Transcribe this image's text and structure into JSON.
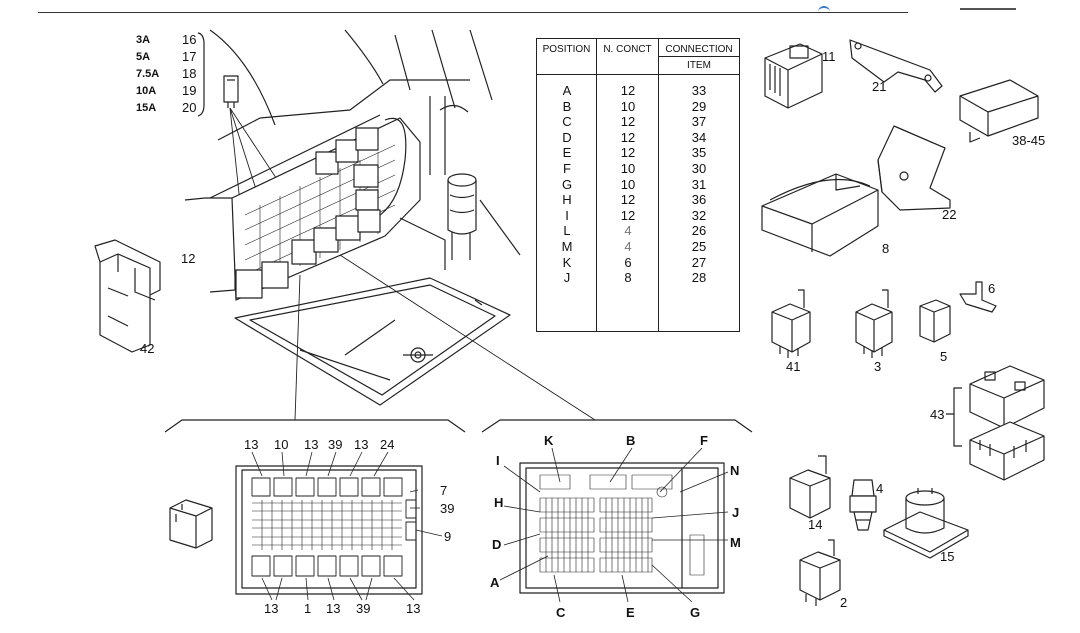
{
  "fuse_legend": [
    {
      "rating": "3A",
      "item": "16"
    },
    {
      "rating": "5A",
      "item": "17"
    },
    {
      "rating": "7.5A",
      "item": "18"
    },
    {
      "rating": "10A",
      "item": "19"
    },
    {
      "rating": "15A",
      "item": "20"
    }
  ],
  "table": {
    "headers": {
      "position": "POSITION",
      "n_conct": "N. CONCT",
      "connection": "CONNECTION",
      "item": "ITEM"
    },
    "rows": [
      {
        "position": "A",
        "n_conct": "12",
        "item": "33"
      },
      {
        "position": "B",
        "n_conct": "10",
        "item": "29"
      },
      {
        "position": "C",
        "n_conct": "12",
        "item": "37"
      },
      {
        "position": "D",
        "n_conct": "12",
        "item": "34"
      },
      {
        "position": "E",
        "n_conct": "12",
        "item": "35"
      },
      {
        "position": "F",
        "n_conct": "10",
        "item": "30"
      },
      {
        "position": "G",
        "n_conct": "10",
        "item": "31"
      },
      {
        "position": "H",
        "n_conct": "12",
        "item": "36"
      },
      {
        "position": "I",
        "n_conct": "12",
        "item": "32"
      },
      {
        "position": "L",
        "n_conct": "4",
        "item": "26"
      },
      {
        "position": "M",
        "n_conct": "4",
        "item": "25"
      },
      {
        "position": "K",
        "n_conct": "6",
        "item": "27"
      },
      {
        "position": "J",
        "n_conct": "8",
        "item": "28"
      }
    ]
  },
  "part_labels": {
    "p12": "12",
    "p42": "42",
    "p11": "11",
    "p21": "21",
    "p38_45": "38-45",
    "p22": "22",
    "p8": "8",
    "p41": "41",
    "p3": "3",
    "p5": "5",
    "p6": "6",
    "p43": "43",
    "p14": "14",
    "p4": "4",
    "p15": "15",
    "p2": "2"
  },
  "front_view_labels": {
    "top": [
      "13",
      "10",
      "13",
      "39",
      "13",
      "24"
    ],
    "right": [
      "7",
      "39",
      "9"
    ],
    "bottom": [
      "13",
      "1",
      "13",
      "39",
      "13"
    ]
  },
  "rear_view_labels": {
    "I": "I",
    "K": "K",
    "B": "B",
    "F": "F",
    "N": "N",
    "H": "H",
    "J": "J",
    "D": "D",
    "M": "M",
    "A": "A",
    "C": "C",
    "E": "E",
    "G": "G"
  }
}
